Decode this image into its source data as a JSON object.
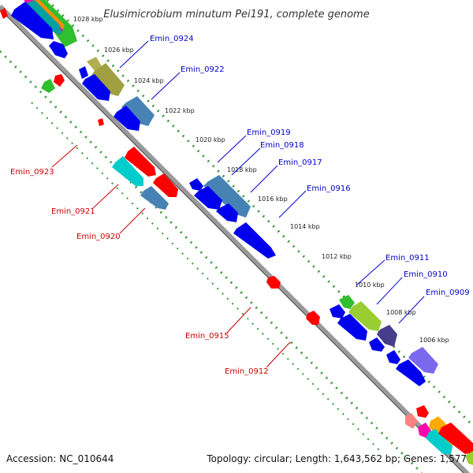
{
  "title": "Elusimicrobium minutum Pei191, complete genome",
  "accession": "Accession: NC_010644",
  "topology": "Topology: circular; Length: 1,643,562 bp; Genes: 1,577",
  "colors": {
    "backbone": "#8c8c8c",
    "ruler_dots": "#3c963c",
    "label_top": "#0000cc",
    "label_bottom": "#cc0000"
  },
  "kbp_labels": [
    "1028 kbp",
    "1026 kbp",
    "1024 kbp",
    "1022 kbp",
    "1020 kbp",
    "1018 kbp",
    "1016 kbp",
    "1014 kbp",
    "1012 kbp",
    "1010 kbp",
    "1008 kbp",
    "1006 kbp"
  ],
  "top_gene_labels": [
    "Emin_0924",
    "Emin_0922",
    "Emin_0919",
    "Emin_0918",
    "Emin_0917",
    "Emin_0916",
    "Emin_0911",
    "Emin_0910",
    "Emin_0909"
  ],
  "bottom_gene_labels": [
    "Emin_0923",
    "Emin_0921",
    "Emin_0920",
    "Emin_0915",
    "Emin_0912"
  ]
}
